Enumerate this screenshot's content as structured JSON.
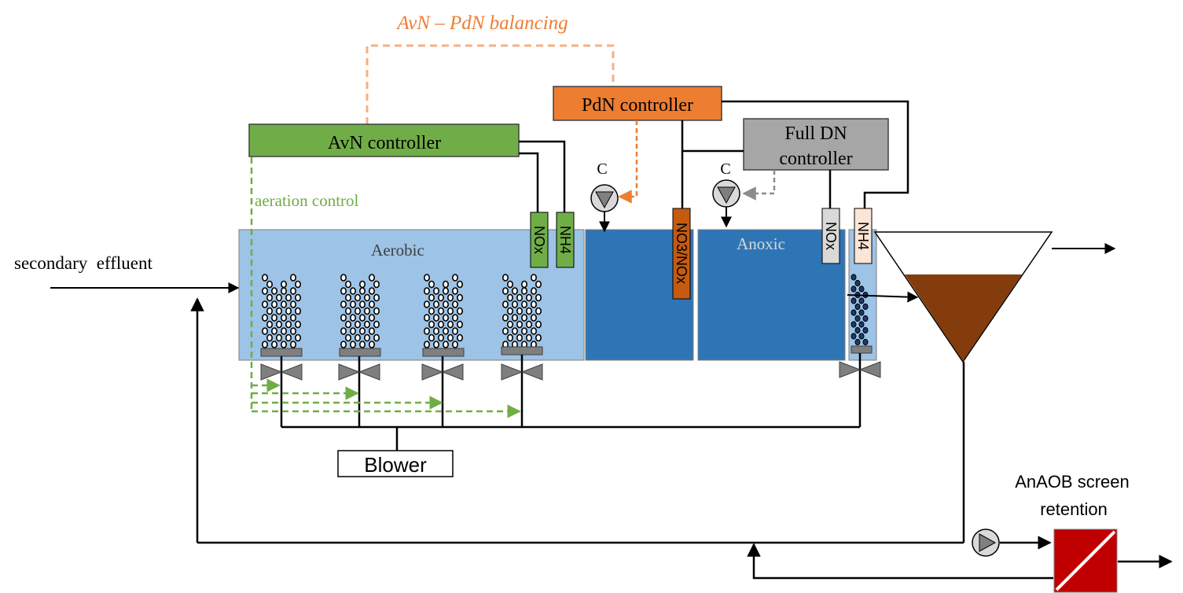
{
  "title": "AvN – PdN balancing",
  "controllers": {
    "avn": "AvN controller",
    "pdn": "PdN controller",
    "full_dn_line1": "Full DN",
    "full_dn_line2": "controller"
  },
  "labels": {
    "aeration_control": "aeration control",
    "secondary_effluent": "secondary  effluent",
    "aerobic": "Aerobic",
    "anoxic": "Anoxic",
    "blower": "Blower",
    "anaob_line1": "AnAOB screen",
    "anaob_line2": "retention",
    "carbon_dosing_1": "C",
    "carbon_dosing_2": "C"
  },
  "sensors": {
    "nox_aerobic": "NOx",
    "nh4_aerobic": "NH4",
    "no3_nox": "NO3/NOx",
    "nox_anoxic": "NOx",
    "nh4_final": "NH4"
  },
  "colors": {
    "avn_green": "#70ad47",
    "pdn_orange": "#ed7d31",
    "full_dn_gray": "#a6a6a6",
    "aerobic_light_blue": "#9dc3e6",
    "anoxic_blue": "#2e75b6",
    "no3_sensor": "#c55a11",
    "nh4_sensor_final": "#fbe5d6",
    "nox_sensor_gray": "#d9d9d9",
    "sludge_brown": "#843c0c",
    "screen_red": "#c00000",
    "balancing_dash": "#f4b183"
  }
}
